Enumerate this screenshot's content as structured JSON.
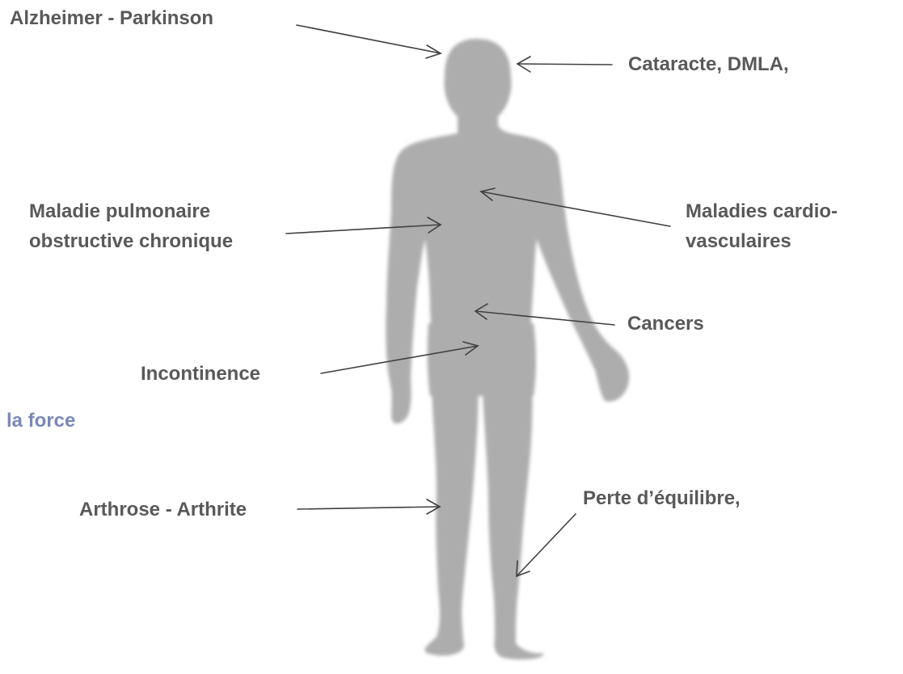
{
  "labels": {
    "alzheimer": "Alzheimer - Parkinson",
    "cataracte": "Cataracte, DMLA,",
    "pulmonaire_line1": "Maladie pulmonaire",
    "pulmonaire_line2": "obstructive chronique",
    "cardio_line1": "Maladies cardio-",
    "cardio_line2": "vasculaires",
    "cancers": "Cancers",
    "incontinence": "Incontinence",
    "force": "la force",
    "arthrose": "Arthrose -  Arthrite",
    "equilibre": "Perte d’équilibre,"
  },
  "colors": {
    "label_text": "#595959",
    "label_muted": "#7a88b8",
    "silhouette": "#adadad",
    "arrow": "#404040"
  }
}
